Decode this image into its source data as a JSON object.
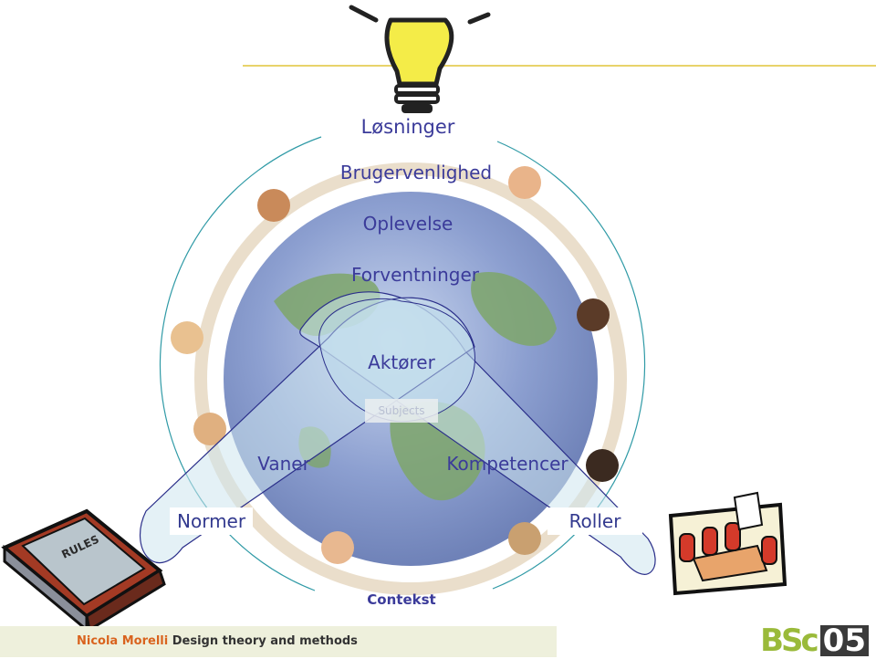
{
  "labels": {
    "losninger": "Løsninger",
    "brugervenlighed": "Brugervenlighed",
    "oplevelse": "Oplevelse",
    "forventninger": "Forventninger",
    "aktorer": "Aktører",
    "subjects": "Subjects",
    "vaner": "Vaner",
    "kompetencer": "Kompetencer",
    "normer": "Normer",
    "roller": "Roller",
    "contekst": "Contekst"
  },
  "icons": {
    "bulb": "lightbulb-icon",
    "book": "rules-book-icon",
    "meeting": "meeting-room-icon"
  },
  "book_label": "RULES",
  "footer": {
    "author": "Nicola Morelli",
    "title": "Design theory and methods"
  },
  "logo": {
    "bs": "BSc",
    "num": "05"
  },
  "colors": {
    "text": "#3b3b9a",
    "line": "#2f9aa6",
    "accent": "#e8d36a"
  }
}
